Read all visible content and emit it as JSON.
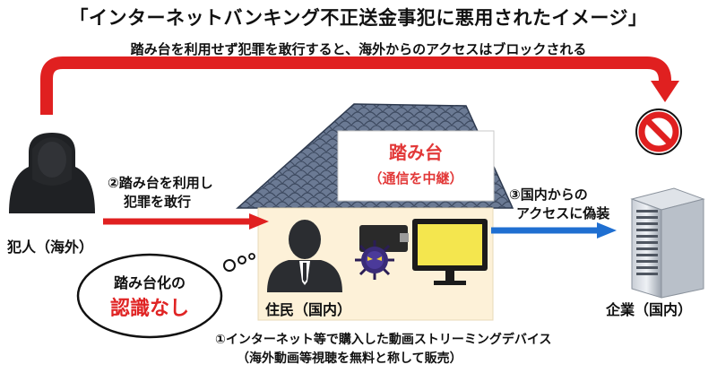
{
  "title": "「インターネットバンキング不正送金事犯に悪用されたイメージ」",
  "top_note": "踏み台を利用せず犯罪を敢行すると、海外からのアクセスはブロックされる",
  "criminal": {
    "label": "犯人（海外）"
  },
  "step2": {
    "line1": "②踏み台を利用し",
    "line2": "犯罪を敢行"
  },
  "stepping_stone": {
    "title": "踏み台",
    "subtitle": "（通信を中継）"
  },
  "step3": {
    "line1": "③国内からの",
    "line2": "アクセスに偽装"
  },
  "resident": {
    "label": "住民（国内）"
  },
  "company": {
    "label": "企業（国内）"
  },
  "bubble": {
    "line1": "踏み台化の",
    "line2": "認識なし"
  },
  "step1": {
    "line1": "①インターネット等で購入した動画ストリーミングデバイス",
    "line2": "（海外動画等視聴を無料と称して販売）"
  },
  "colors": {
    "red_arrow": "#e02020",
    "blue_arrow": "#1f6fd1",
    "house_bg": "#fdf1d8",
    "roof": "#5f6f8c"
  }
}
